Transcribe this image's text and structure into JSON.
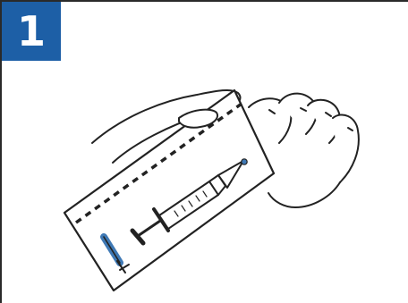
{
  "step": {
    "number": "1",
    "badge_color": "#1d5fa6"
  },
  "illustration": {
    "depicts": [
      "hand-holding-package",
      "syringe-icon",
      "needle-icon",
      "tear-line"
    ],
    "accent_color": "#3f79b5"
  }
}
